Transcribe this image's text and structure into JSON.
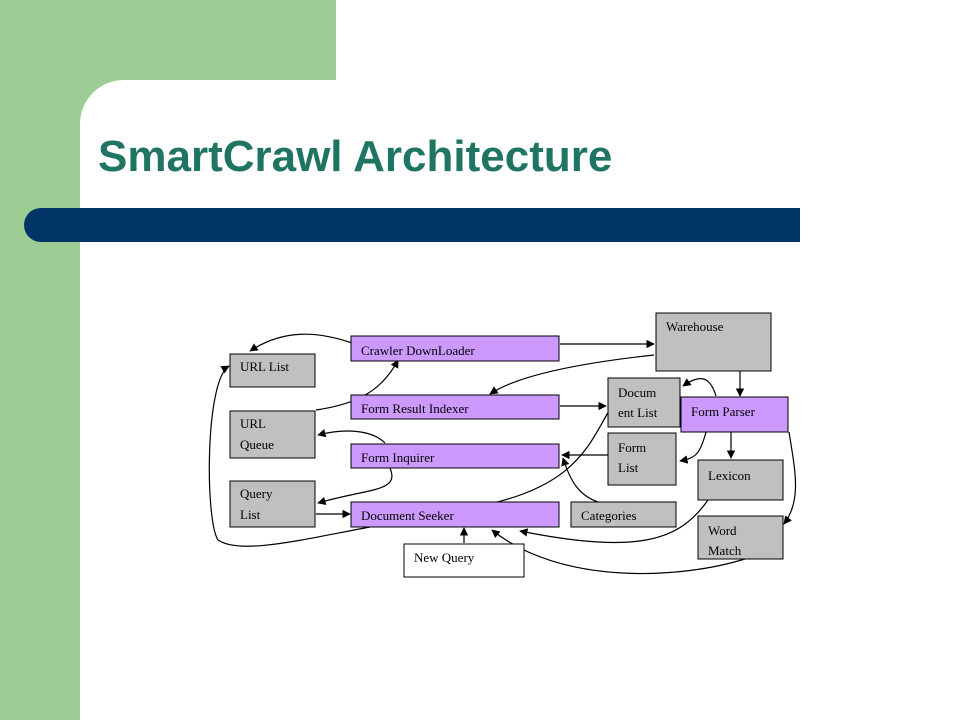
{
  "slide": {
    "title": "SmartCrawl Architecture"
  },
  "colors": {
    "green": "#9dcc94",
    "navy_bar": "#003366",
    "title": "#1f7463",
    "purple_box": "#cc99ff",
    "gray_box": "#c0c0c0",
    "new_query_border": "#993333"
  },
  "diagram": {
    "nodes": {
      "url_list": [
        "URL List"
      ],
      "url_queue": [
        "URL",
        "Queue"
      ],
      "query_list": [
        "Query",
        "List"
      ],
      "crawler_downloader": [
        "Crawler DownLoader"
      ],
      "form_result_indexer": [
        "Form Result Indexer"
      ],
      "form_inquirer": [
        "Form Inquirer"
      ],
      "document_seeker": [
        "Document Seeker"
      ],
      "new_query": [
        "New Query"
      ],
      "categories": [
        "Categories"
      ],
      "warehouse": [
        "Warehouse"
      ],
      "document_list": [
        "Docum",
        "ent List"
      ],
      "form_list": [
        "Form",
        "List"
      ],
      "form_parser": [
        "Form Parser"
      ],
      "lexicon": [
        "Lexicon"
      ],
      "word_match": [
        "Word",
        "Match"
      ]
    }
  }
}
